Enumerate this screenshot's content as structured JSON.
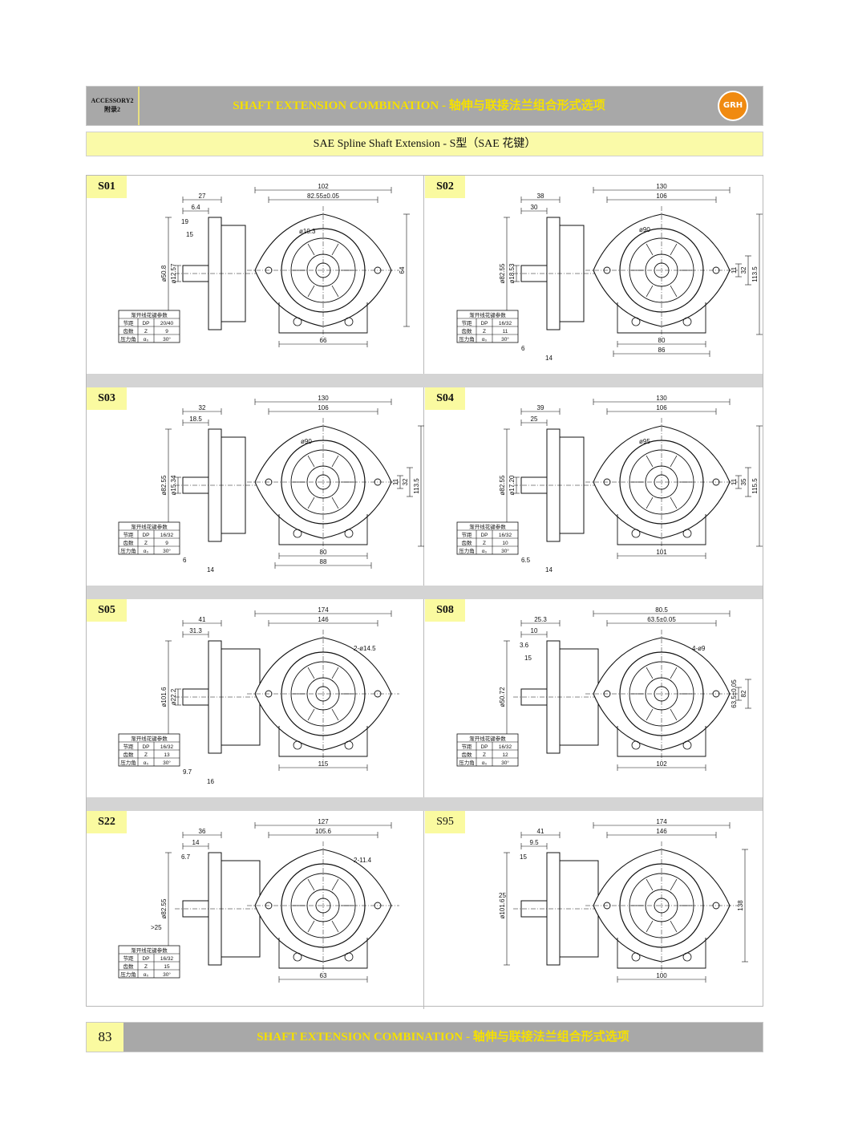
{
  "header": {
    "accessory_en": "ACCESSORY2",
    "accessory_cn": "附录2",
    "title": "SHAFT EXTENSION COMBINATION - 轴伸与联接法兰组合形式选项",
    "logo_text": "GRH"
  },
  "subheader": "SAE Spline Shaft Extension - S型（SAE 花键）",
  "table_labels": {
    "title": "渐开线花键参数",
    "pitch": "节距",
    "teeth": "齿数",
    "angle": "压力角",
    "dp": "DP",
    "z": "Z",
    "alpha": "α₀"
  },
  "cells": [
    {
      "code": "S01",
      "dims": {
        "a": "27",
        "b": "6.4",
        "c": "19",
        "d": "15",
        "shaft_dia": "ø50.8",
        "spline": "ø12.57",
        "w1": "102",
        "w2": "82.55±0.05",
        "hole": "ø10.3",
        "h": "64",
        "w3": "66"
      },
      "spline_table": {
        "dp": "20/40",
        "z": "9",
        "angle": "30°"
      }
    },
    {
      "code": "S02",
      "dims": {
        "a": "38",
        "b": "30",
        "shaft_dia": "ø82.55",
        "spline": "ø18.53",
        "w1": "130",
        "w2": "106",
        "bore": "ø90",
        "h1": "11",
        "h2": "32",
        "h3": "113.5",
        "w3": "80",
        "w4": "86",
        "f1": "6",
        "f2": "14"
      },
      "spline_table": {
        "dp": "16/32",
        "z": "11",
        "angle": "30°"
      }
    },
    {
      "code": "S03",
      "dims": {
        "a": "32",
        "b": "18.5",
        "shaft_dia": "ø82.55",
        "spline": "ø15.34",
        "w1": "130",
        "w2": "106",
        "bore": "ø90",
        "h1": "11",
        "h2": "32",
        "h3": "113.5",
        "w3": "80",
        "w4": "88",
        "f1": "6",
        "f2": "14"
      },
      "spline_table": {
        "dp": "16/32",
        "z": "9",
        "angle": "30°"
      }
    },
    {
      "code": "S04",
      "dims": {
        "a": "39",
        "b": "25",
        "shaft_dia": "ø82.55",
        "spline": "ø17.20",
        "w1": "130",
        "w2": "106",
        "bore": "ø95",
        "h1": "11",
        "h2": "35",
        "h3": "115.5",
        "w3": "101",
        "f1": "6.5",
        "f2": "14"
      },
      "spline_table": {
        "dp": "16/32",
        "z": "10",
        "angle": "30°"
      }
    },
    {
      "code": "S05",
      "dims": {
        "a": "41",
        "b": "31.3",
        "shaft_dia": "ø101.6",
        "spline": "ø22.2",
        "w1": "174",
        "w2": "146",
        "holes": "2-ø14.5",
        "w3": "115",
        "f1": "9.7",
        "f2": "16"
      },
      "spline_table": {
        "dp": "16/32",
        "z": "13",
        "angle": "30°"
      }
    },
    {
      "code": "S08",
      "dims": {
        "a": "25.3",
        "b": "10",
        "c": "3.6",
        "d": "15",
        "shaft_dia": "ø50.72",
        "w1": "80.5",
        "w2": "63.5±0.05",
        "holes": "4-ø9",
        "h1": "63.5±0.05",
        "h2": "82",
        "w3": "102"
      },
      "spline_table": {
        "dp": "16/32",
        "z": "12",
        "angle": "30°"
      }
    },
    {
      "code": "S22",
      "dims": {
        "a": "36",
        "b": "14",
        "c": "6.7",
        "shaft_dia": "ø82.55",
        "len": ">25",
        "w1": "127",
        "w2": "105.6",
        "holes": "2-11.4",
        "w3": "63"
      },
      "spline_table": {
        "dp": "16/32",
        "z": "15",
        "angle": "30°"
      }
    },
    {
      "code": "S95",
      "dims": {
        "a": "41",
        "b": "9.5",
        "c": "15",
        "d": "25",
        "shaft_dia": "ø101.6",
        "w1": "174",
        "w2": "146",
        "h": "138",
        "w3": "100"
      },
      "spline_table": null
    }
  ],
  "footer": {
    "page": "83",
    "title": "SHAFT EXTENSION COMBINATION - 轴伸与联接法兰组合形式选项"
  }
}
